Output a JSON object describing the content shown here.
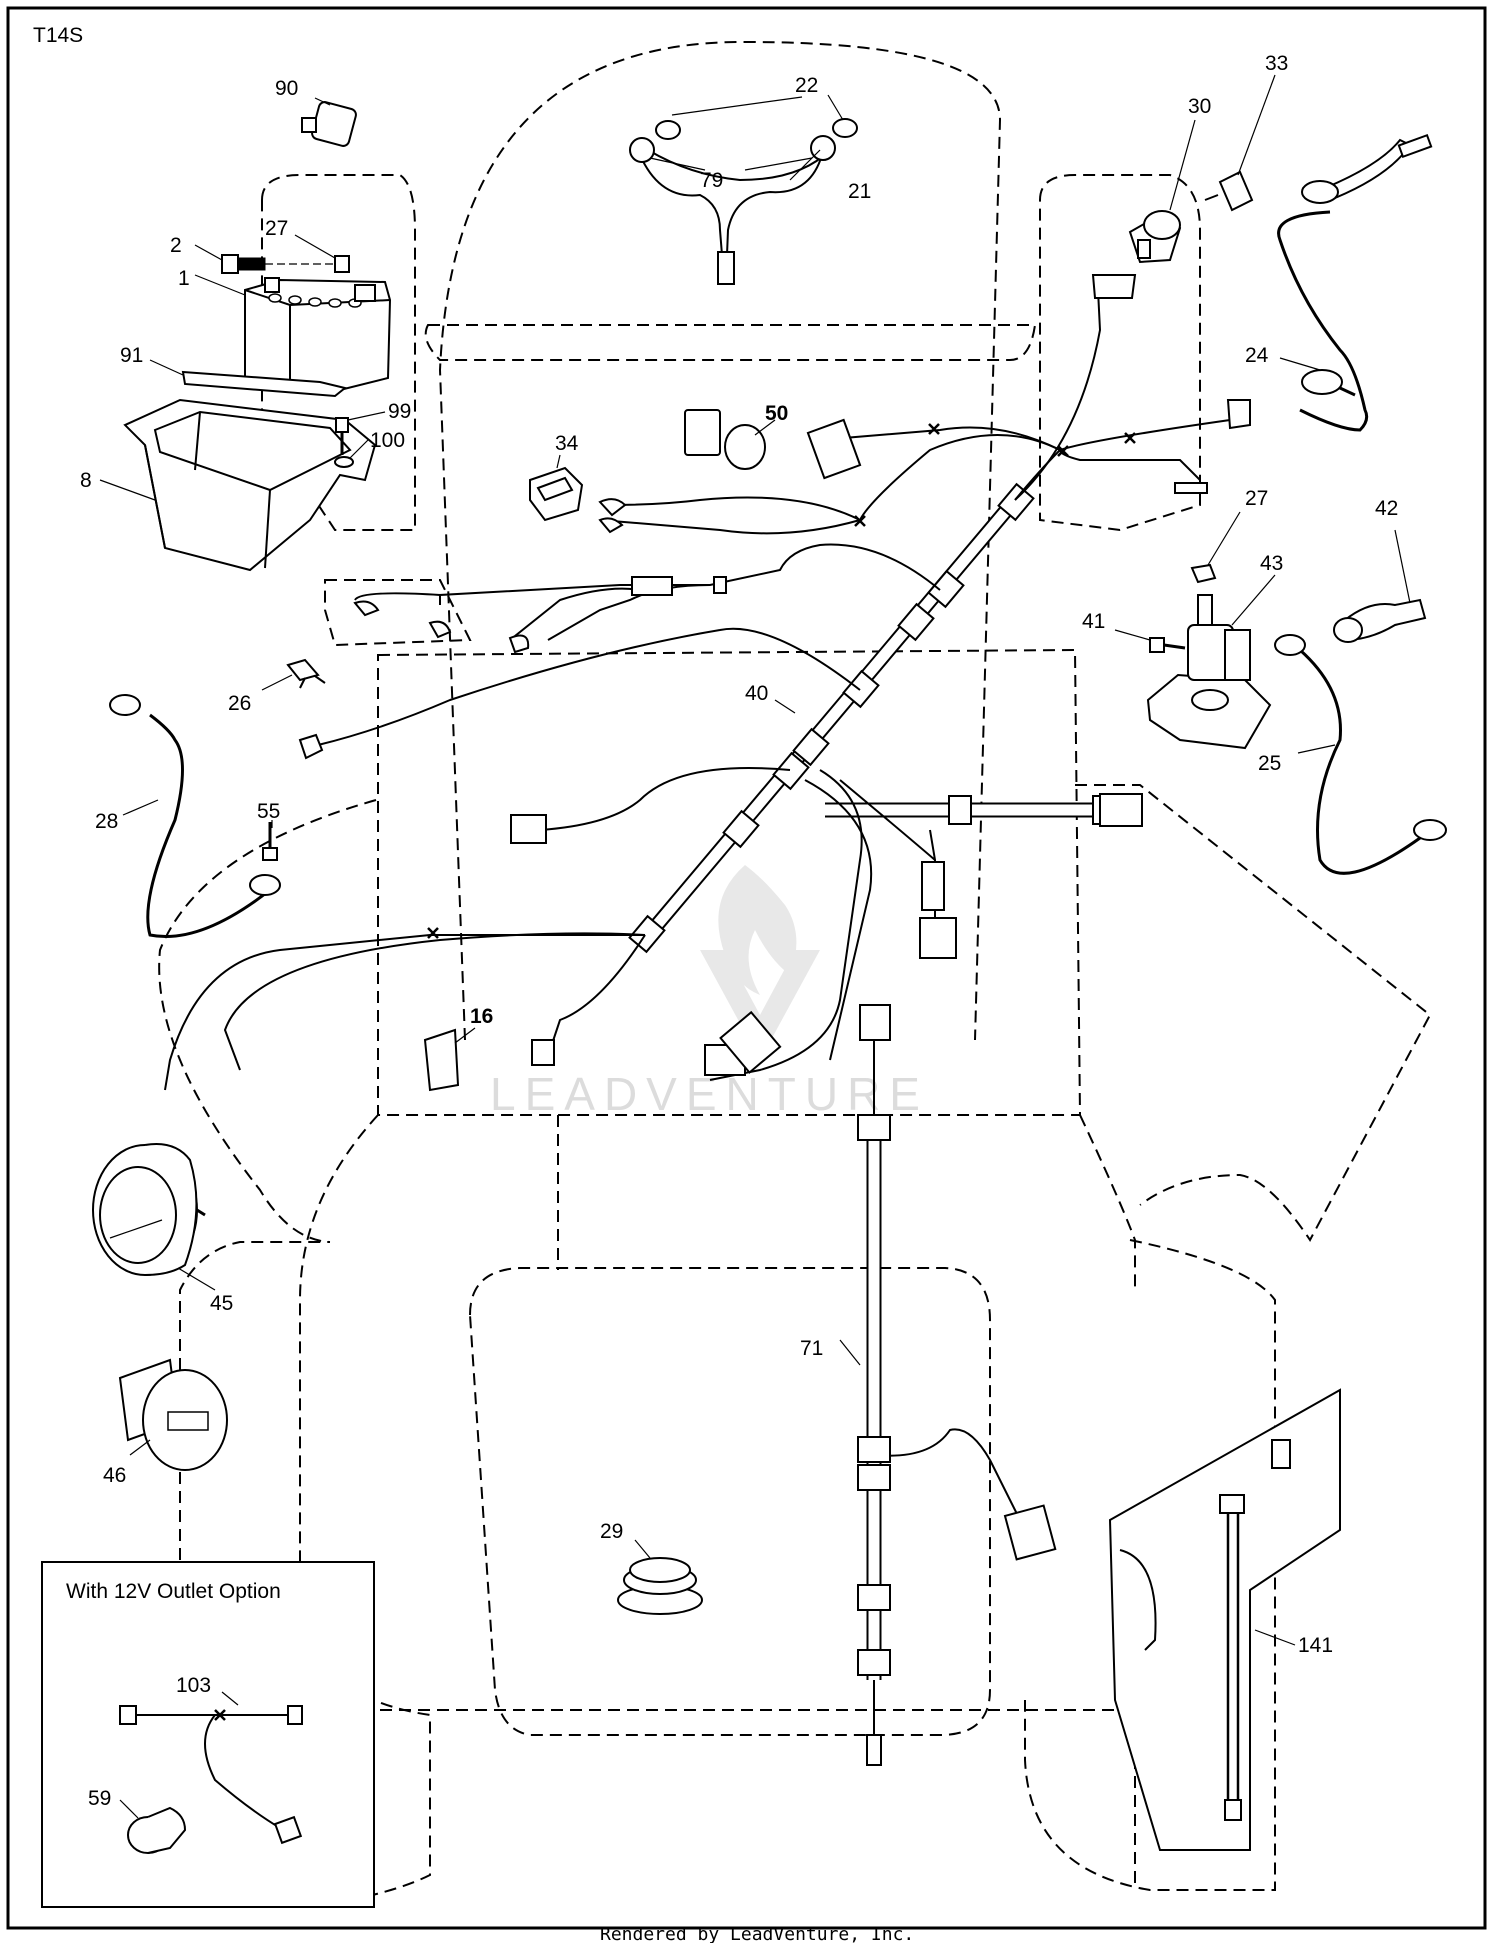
{
  "diagram": {
    "code": "T14S",
    "inset_title": "With 12V Outlet Option",
    "footer": "Rendered by LeadVenture, Inc.",
    "watermark": "LEADVENTURE",
    "callouts": {
      "p1": "1",
      "p2": "2",
      "p8": "8",
      "p16": "16",
      "p21": "21",
      "p22": "22",
      "p24": "24",
      "p25": "25",
      "p26": "26",
      "p27a": "27",
      "p27b": "27",
      "p28": "28",
      "p29": "29",
      "p30": "30",
      "p33": "33",
      "p34": "34",
      "p40": "40",
      "p41": "41",
      "p42": "42",
      "p43": "43",
      "p45": "45",
      "p46": "46",
      "p50": "50",
      "p55": "55",
      "p59": "59",
      "p71": "71",
      "p79": "79",
      "p90": "90",
      "p91": "91",
      "p99": "99",
      "p100": "100",
      "p103": "103",
      "p141": "141"
    }
  }
}
